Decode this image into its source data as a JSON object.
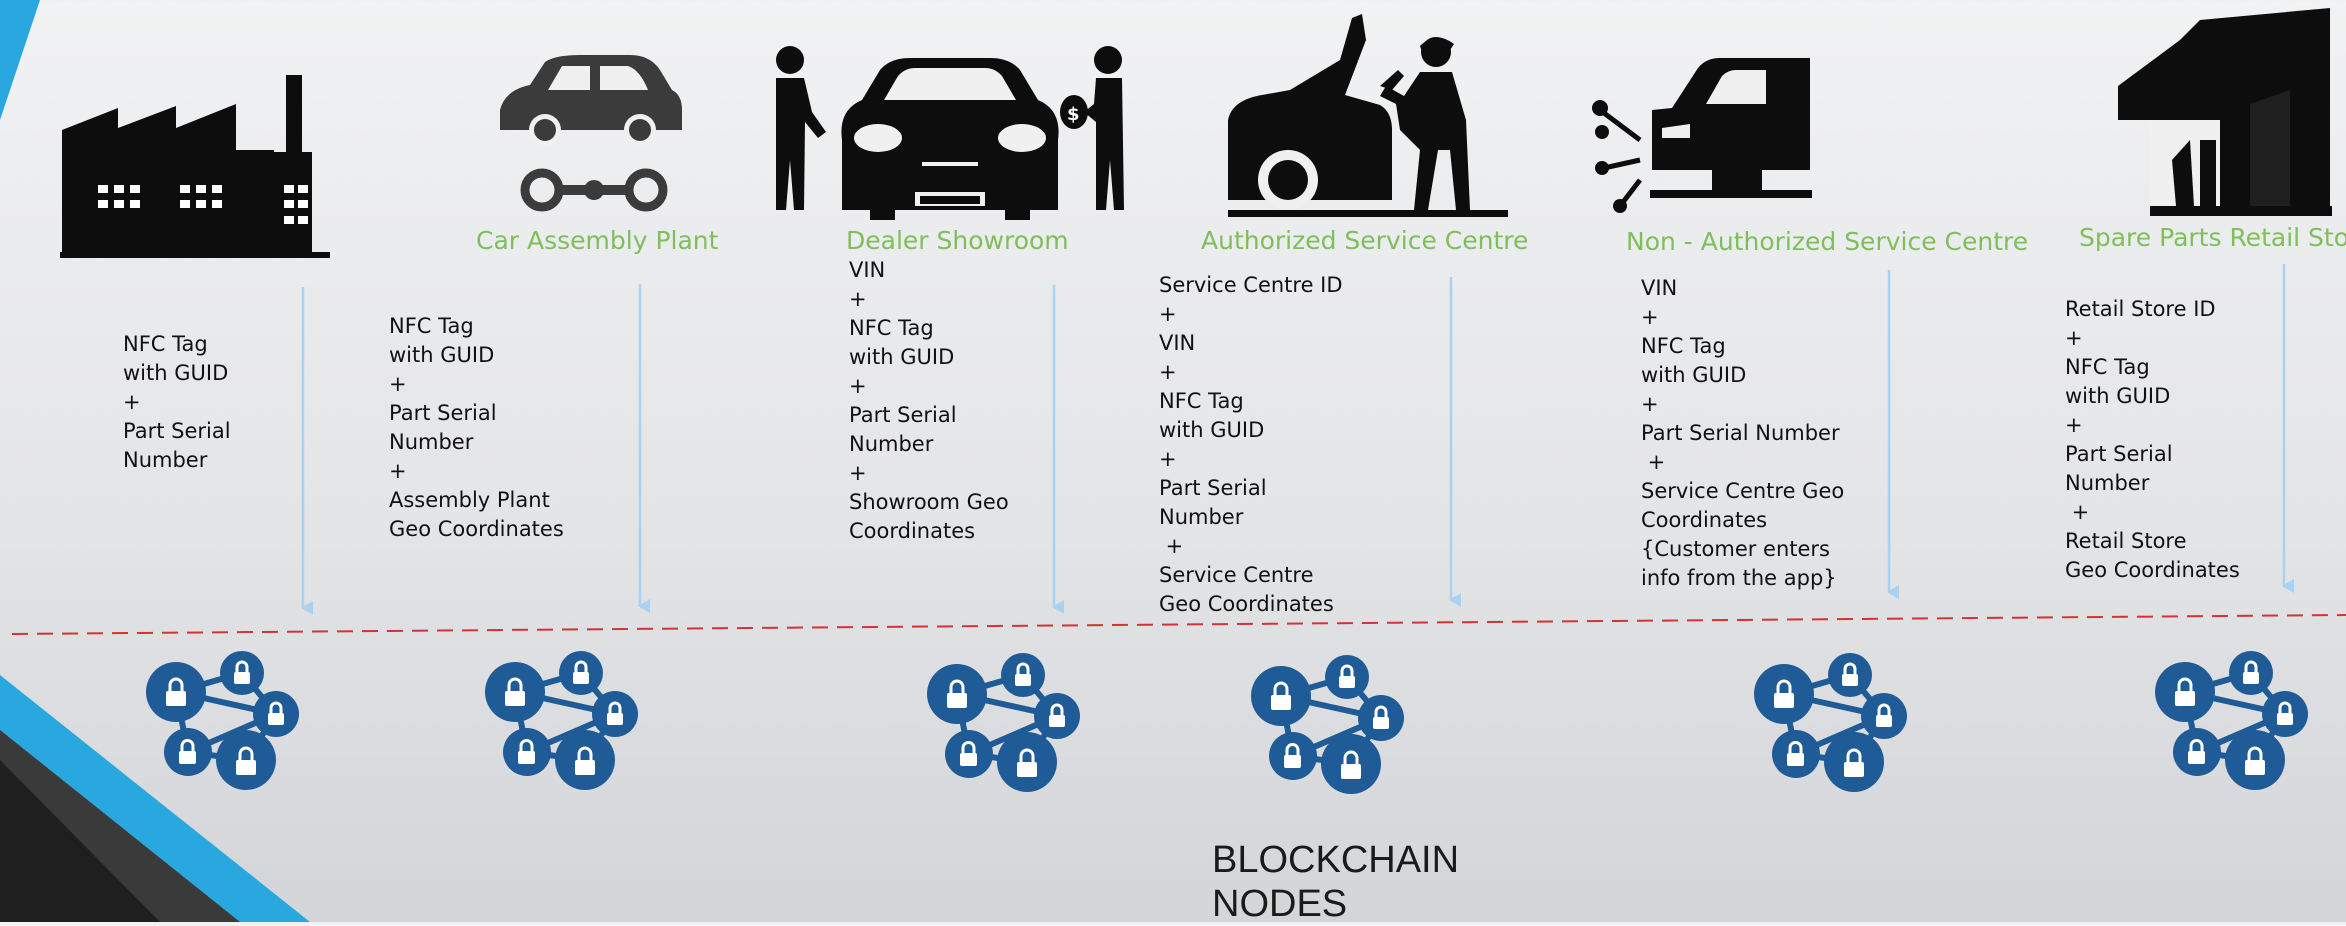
{
  "stations": [
    {
      "id": "factory",
      "title": "",
      "icon": "factory-icon",
      "lines": [
        "NFC Tag",
        "with GUID",
        "+",
        "Part Serial",
        "Number"
      ]
    },
    {
      "id": "assembly",
      "title": "Car Assembly Plant",
      "icon": "car-assembly-icon",
      "lines": [
        "NFC Tag",
        "with GUID",
        "+",
        "Part Serial",
        "Number",
        "+",
        "Assembly Plant",
        "Geo Coordinates"
      ]
    },
    {
      "id": "dealer",
      "title": "Dealer Showroom",
      "icon": "dealer-showroom-icon",
      "lines": [
        "VIN",
        "+",
        "NFC Tag",
        "with GUID",
        "+",
        "Part Serial",
        "Number",
        "+",
        "Showroom Geo",
        "Coordinates"
      ]
    },
    {
      "id": "authorized",
      "title": "Authorized Service Centre",
      "icon": "mechanic-icon",
      "lines": [
        "Service Centre ID",
        "+",
        "VIN",
        "+",
        "NFC Tag",
        "with GUID",
        "+",
        "Part Serial",
        "Number",
        " +",
        "Service Centre",
        "Geo Coordinates"
      ]
    },
    {
      "id": "nonauthorized",
      "title": "Non - Authorized Service Centre",
      "icon": "car-crash-icon",
      "lines": [
        "VIN",
        "+",
        "NFC Tag",
        "with GUID",
        "+",
        "Part Serial Number",
        " +",
        "Service Centre Geo",
        "Coordinates",
        "{Customer enters",
        "info from the app}"
      ]
    },
    {
      "id": "retail",
      "title": "Spare Parts Retail Store",
      "icon": "retail-store-icon",
      "lines": [
        "Retail Store ID",
        "+",
        "NFC Tag",
        "with GUID",
        "+",
        "Part Serial",
        "Number",
        " +",
        "Retail Store",
        "Geo Coordinates"
      ]
    }
  ],
  "blockchain_label": [
    "BLOCKCHAIN",
    "NODES"
  ],
  "colors": {
    "title_green": "#7fbf5b",
    "arrow_blue": "#a9d1f2",
    "divider_red": "#d23333",
    "node_blue": "#1f5b96",
    "accent_cyan": "#29a8e0"
  }
}
